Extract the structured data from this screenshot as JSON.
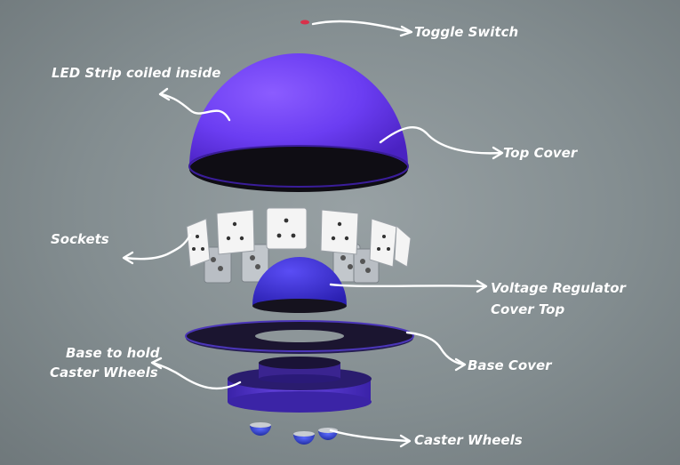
{
  "diagram": {
    "labels": {
      "toggle_switch": "Toggle Switch",
      "led_strip": "LED Strip coiled inside",
      "top_cover": "Top Cover",
      "sockets": "Sockets",
      "voltage_regulator_line1": "Voltage Regulator",
      "voltage_regulator_line2": "Cover Top",
      "base_hold_line1": "Base to hold",
      "base_hold_line2": "Caster Wheels",
      "base_cover": "Base Cover",
      "caster_wheels": "Caster Wheels"
    },
    "colors": {
      "background": "#8a9396",
      "dome_purple": "#6b3df2",
      "regulator_blue": "#3b2fd6",
      "base_purple": "#5b3ad8",
      "toggle_red": "#d9304a",
      "socket_plate": "#f4f4f4",
      "label_text": "#ffffff"
    }
  }
}
